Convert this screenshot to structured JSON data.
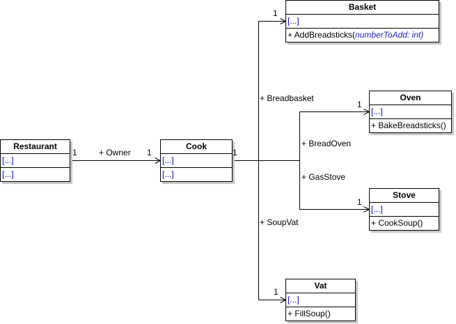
{
  "diagram": {
    "type": "UML class diagram",
    "classes": {
      "restaurant": {
        "name": "Restaurant",
        "attributes": "[...]",
        "operations": "[...]"
      },
      "cook": {
        "name": "Cook",
        "attributes": "[...]",
        "operations": "[...]"
      },
      "basket": {
        "name": "Basket",
        "attributes": "[...]",
        "op_prefix": "+ AddBreadsticks(",
        "op_param": "numberToAdd: int)"
      },
      "oven": {
        "name": "Oven",
        "attributes": "[...]",
        "operations": "+ BakeBreadsticks()"
      },
      "stove": {
        "name": "Stove",
        "attributes": "[...]",
        "operations": "+ CookSoup()"
      },
      "vat": {
        "name": "Vat",
        "attributes": "[...]",
        "operations": "+ FillSoup()"
      }
    },
    "associations": {
      "owner": {
        "role": "+ Owner",
        "source_mult": "1",
        "target_mult": "1"
      },
      "cook_source_mult": "1",
      "breadbasket": {
        "role": "+ Breadbasket",
        "target_mult": "1"
      },
      "breadoven": {
        "role": "+ BreadOven",
        "target_mult": "1"
      },
      "gasstove": {
        "role": "+ GasStove",
        "target_mult": "1"
      },
      "soupvat": {
        "role": "+ SoupVat",
        "target_mult": "1"
      }
    }
  }
}
